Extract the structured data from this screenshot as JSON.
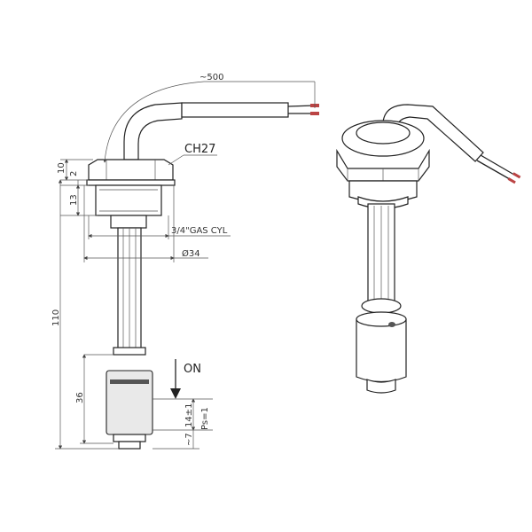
{
  "drawing": {
    "labels": {
      "cable_length": "~500",
      "hex": "CH27",
      "thread": "3/4\"GAS CYL",
      "diameter": "Ø34",
      "on": "ON",
      "ps": "Ps=1"
    },
    "dimensions": {
      "d10": "10",
      "d2": "2",
      "d13": "13",
      "d110": "110",
      "d36": "36",
      "d14": "14±1",
      "d7": "~7"
    }
  }
}
